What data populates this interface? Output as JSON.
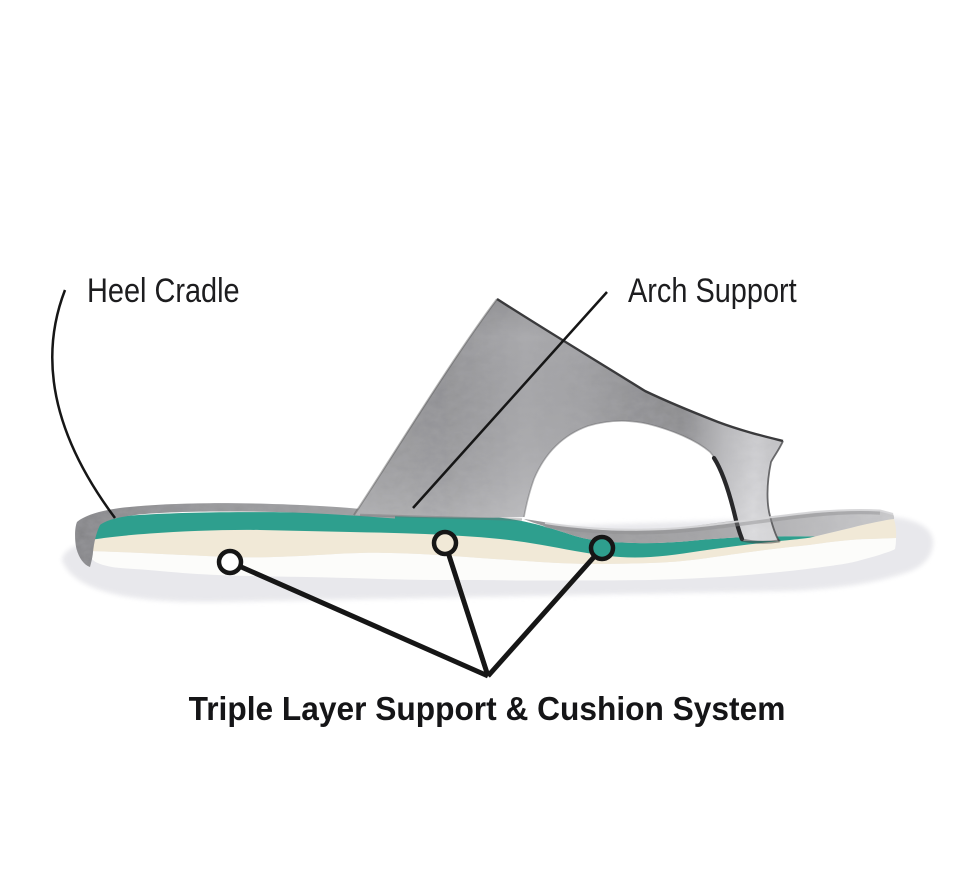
{
  "diagram": {
    "labels": {
      "heel_cradle": "Heel Cradle",
      "arch_support": "Arch Support",
      "title": "Triple Layer Support & Cushion System"
    },
    "colors": {
      "teal_layer": "#2e9f8e",
      "cream_layer": "#f1e9d7",
      "outsole_white": "#fcfcfa",
      "leather_gray": "#a6a6a8",
      "footbed_gray": "#a9a9ab",
      "heel_strip_gray": "#98989a",
      "line_black": "#161616",
      "shadow_gray": "#e7e7eb",
      "text_color": "#1d1d1f"
    },
    "markers": [
      {
        "name": "outsole-layer-marker",
        "fill": "#ffffff"
      },
      {
        "name": "cushion-layer-marker",
        "fill": "#f1e9d7"
      },
      {
        "name": "support-layer-marker",
        "fill": "#2e9f8e"
      }
    ]
  }
}
